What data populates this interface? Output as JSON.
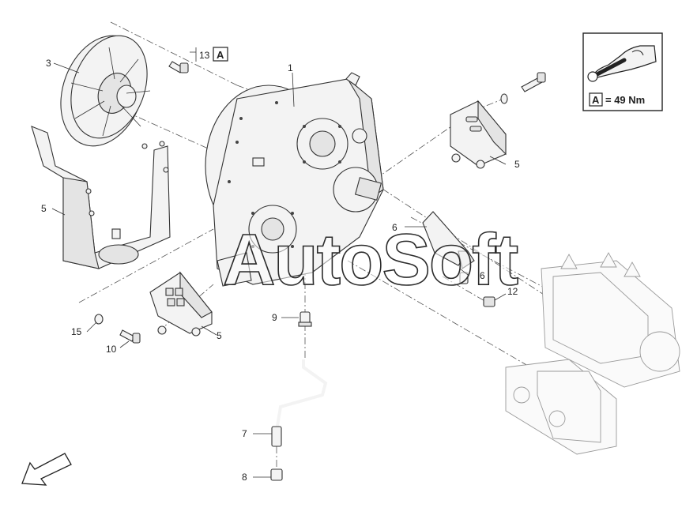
{
  "callouts": {
    "c1": "1",
    "c3": "3",
    "c5a": "5",
    "c5b": "5",
    "c5c": "5",
    "c6a": "6",
    "c6b": "6",
    "c7": "7",
    "c8": "8",
    "c9": "9",
    "c10": "10",
    "c12": "12",
    "c13": "13",
    "c15": "15"
  },
  "ref_letter": "A",
  "torque_legend": {
    "letter": "A",
    "text": "= 49 Nm",
    "icon": "wrench-hand-icon"
  },
  "watermark": "AutoSoft",
  "direction_arrow_icon": "arrow-down-left-icon",
  "colors": {
    "line": "#333333",
    "background": "#ffffff"
  }
}
